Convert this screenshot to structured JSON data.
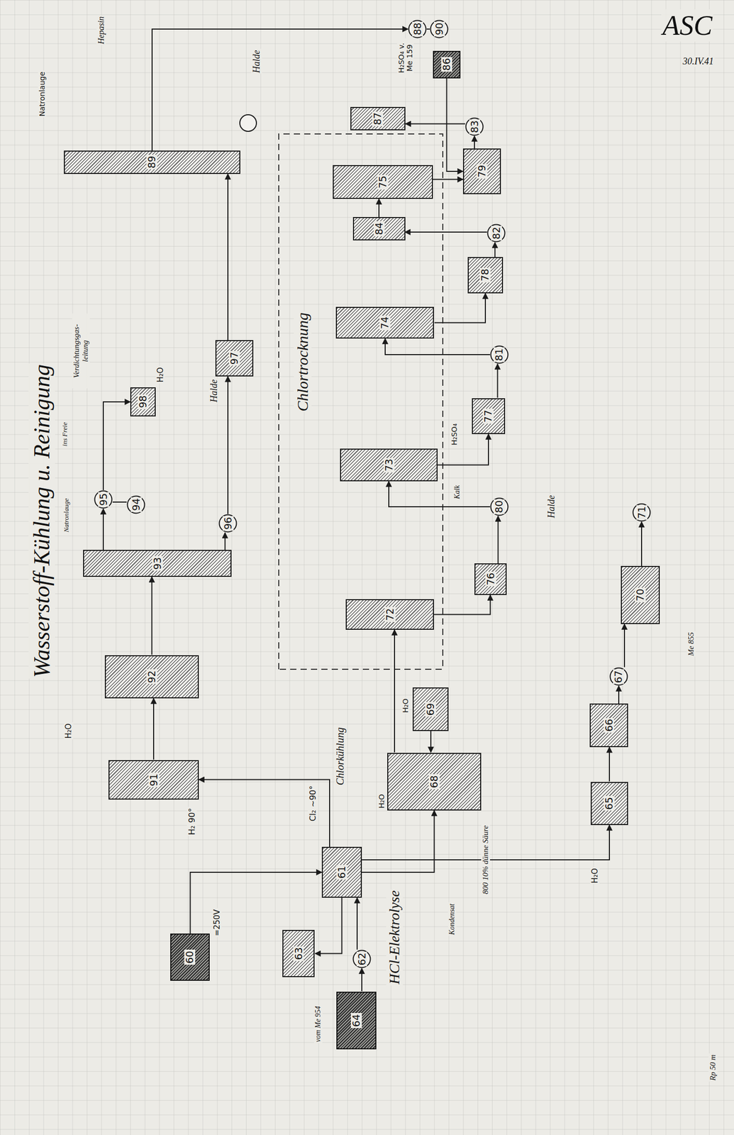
{
  "diagram": {
    "title": "Wasserstoff-Kühlung u. Reinigung",
    "nodes": [
      {
        "text": [
          "89"
        ]
      },
      {
        "text": [
          "88"
        ]
      },
      {
        "text": [
          "90"
        ]
      },
      {
        "text": [
          "86"
        ]
      },
      {
        "text": [
          "87"
        ]
      },
      {
        "text": [
          "83"
        ]
      },
      {
        "text": [
          "75"
        ]
      },
      {
        "text": [
          "79"
        ]
      },
      {
        "text": [
          "84"
        ]
      },
      {
        "text": [
          "82"
        ]
      },
      {
        "text": [
          "78"
        ]
      },
      {
        "text": [
          "74"
        ]
      },
      {
        "text": [
          "81"
        ]
      },
      {
        "text": [
          "77"
        ]
      },
      {
        "text": [
          "73"
        ]
      },
      {
        "text": [
          "80"
        ]
      },
      {
        "text": [
          "76"
        ]
      },
      {
        "text": [
          "72"
        ]
      },
      {
        "text": [
          "97"
        ]
      },
      {
        "text": [
          "98"
        ]
      },
      {
        "text": [
          "95"
        ]
      },
      {
        "text": [
          "94"
        ]
      },
      {
        "text": [
          "96"
        ]
      },
      {
        "text": [
          "93"
        ]
      },
      {
        "text": [
          "92"
        ]
      },
      {
        "text": [
          "91"
        ]
      },
      {
        "text": [
          "69"
        ]
      },
      {
        "text": [
          "68"
        ]
      },
      {
        "text": [
          "70"
        ]
      },
      {
        "text": [
          "71"
        ]
      },
      {
        "text": [
          "67"
        ]
      },
      {
        "text": [
          "66"
        ]
      },
      {
        "text": [
          "65"
        ]
      },
      {
        "text": [
          "61"
        ]
      },
      {
        "text": [
          "60"
        ]
      },
      {
        "text": [
          "63"
        ]
      },
      {
        "text": [
          "62"
        ]
      },
      {
        "text": [
          "64"
        ]
      }
    ],
    "edges": [
      {
        "from": 34,
        "to": 33,
        "arrow": "to"
      },
      {
        "from": 37,
        "to": 36,
        "arrow": "to"
      },
      {
        "from": 36,
        "to": 33,
        "arrow": "to"
      },
      {
        "from": 33,
        "to": 35,
        "arrow": "to"
      },
      {
        "from": 33,
        "to": 25,
        "arrow": "to"
      },
      {
        "from": 33,
        "to": 27,
        "arrow": "to"
      },
      {
        "from": 26,
        "to": 27,
        "arrow": "to"
      },
      {
        "from": 27,
        "to": 17,
        "arrow": "to"
      },
      {
        "from": 17,
        "to": 16,
        "arrow": "to"
      },
      {
        "from": 16,
        "to": 15,
        "arrow": "to"
      },
      {
        "from": 15,
        "to": 14,
        "arrow": "to"
      },
      {
        "from": 14,
        "to": 13,
        "arrow": "to"
      },
      {
        "from": 13,
        "to": 12,
        "arrow": "to"
      },
      {
        "from": 12,
        "to": 11,
        "arrow": "to"
      },
      {
        "from": 11,
        "to": 10,
        "arrow": "to"
      },
      {
        "from": 10,
        "to": 9,
        "arrow": "to"
      },
      {
        "from": 9,
        "to": 8,
        "arrow": "to"
      },
      {
        "from": 8,
        "to": 6,
        "arrow": "to"
      },
      {
        "from": 6,
        "to": 7,
        "arrow": "to"
      },
      {
        "from": 7,
        "to": 5,
        "arrow": "to"
      },
      {
        "from": 5,
        "to": 4,
        "arrow": "to"
      },
      {
        "from": 3,
        "to": 7,
        "arrow": "to"
      },
      {
        "from": 25,
        "to": 24,
        "arrow": "to"
      },
      {
        "from": 24,
        "to": 23,
        "arrow": "to"
      },
      {
        "from": 23,
        "to": 20,
        "arrow": "to"
      },
      {
        "from": 20,
        "to": 19,
        "arrow": "to"
      },
      {
        "from": 21,
        "to": 20,
        "arrow": "none"
      },
      {
        "from": 23,
        "to": 22,
        "arrow": "to"
      },
      {
        "from": 22,
        "to": 18,
        "arrow": "to"
      },
      {
        "from": 18,
        "to": 0,
        "arrow": "to"
      },
      {
        "from": 0,
        "to": 1,
        "arrow": "to"
      },
      {
        "from": 1,
        "to": 2,
        "arrow": "none"
      },
      {
        "from": 33,
        "to": 32,
        "label": "800 10% dünne Säure",
        "arrow": "to"
      },
      {
        "from": 32,
        "to": 31,
        "arrow": "to"
      },
      {
        "from": 31,
        "to": 30,
        "arrow": "to"
      },
      {
        "from": 30,
        "to": 28,
        "arrow": "to"
      },
      {
        "from": 28,
        "to": 29,
        "arrow": "to"
      }
    ],
    "labels": [
      "ASC",
      "30.IV.41",
      "Natronlauge",
      "Hepasin",
      "Halde",
      "H₂SO₄ v. Me 159",
      "Verdichtungsgas-leitung",
      "ins Freie",
      "H₂O",
      "Halde",
      "Natronlauge",
      "Chlortrocknung",
      "H₂SO₄",
      "Kalk",
      "Halde",
      "H₂O",
      "Chlorkühlung",
      "H₂O",
      "H₂O",
      "Cl₂ ~90°",
      "H₂ 90°",
      "=250V",
      "HCl-Elektrolyse",
      "Kondensat",
      "vom Me 954",
      "H₂O",
      "Me 855",
      "Rp 50 m"
    ]
  }
}
